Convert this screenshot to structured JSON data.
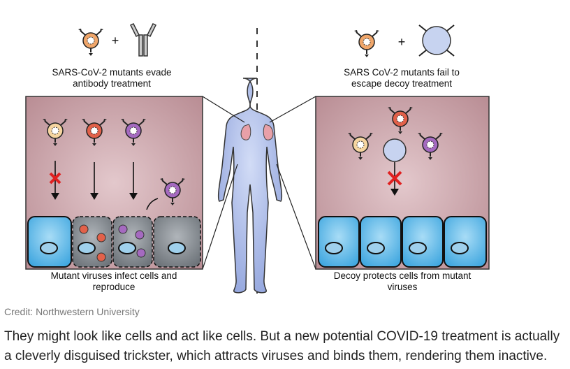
{
  "figure": {
    "left_title_line1": "SARS-CoV-2 mutants evade",
    "left_title_line2": "antibody treatment",
    "right_title_line1": "SARS CoV-2 mutants fail to",
    "right_title_line2": "escape decoy treatment",
    "left_caption_line1": "Mutant viruses infect cells and",
    "left_caption_line2": "reproduce",
    "right_caption_line1": "Decoy protects cells from mutant",
    "right_caption_line2": "viruses",
    "plus": "+",
    "colors": {
      "panel_bg": "#c9a3a9",
      "healthy_cell": "#5bb9e8",
      "infected_cell": "#8a9096",
      "virus_orange": "#f0a66a",
      "virus_red": "#e2614a",
      "virus_purple": "#a56ac0",
      "decoy": "#c7d3f0",
      "block_x": "#e02020",
      "human": "#a9b8e6"
    }
  },
  "credit": "Credit: Northwestern University",
  "article": {
    "paragraph": "They might look like cells and act like cells. But a new potential COVID-19 treatment is actually a cleverly disguised trickster, which attracts viruses and binds them, rendering them inactive."
  }
}
